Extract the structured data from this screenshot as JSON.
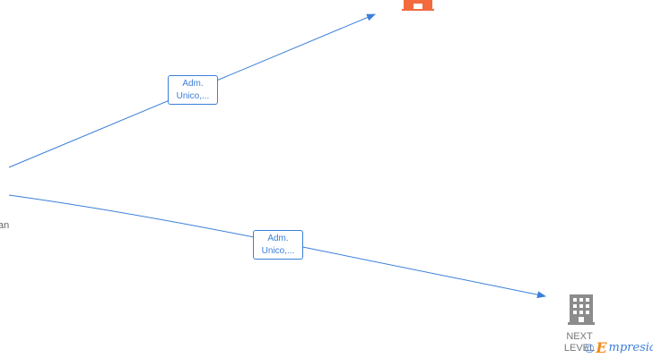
{
  "diagram": {
    "person": {
      "name_fragment": "an"
    },
    "companies": [
      {
        "label": "",
        "icon": "building-icon",
        "color": "#f26a3d"
      },
      {
        "label_lines": [
          "NEXT",
          "LEVEL"
        ],
        "icon": "building-icon",
        "color": "#8c8c8c"
      }
    ],
    "edges": [
      {
        "label_lines": [
          "Adm.",
          "Unico,..."
        ],
        "color": "#3b7fd9"
      },
      {
        "label_lines": [
          "Adm.",
          "Unico,..."
        ],
        "color": "#3b7fd9"
      }
    ]
  },
  "watermark": {
    "copyright_symbol": "©",
    "brand_first_letter": "E",
    "brand_rest": "mpresia"
  }
}
